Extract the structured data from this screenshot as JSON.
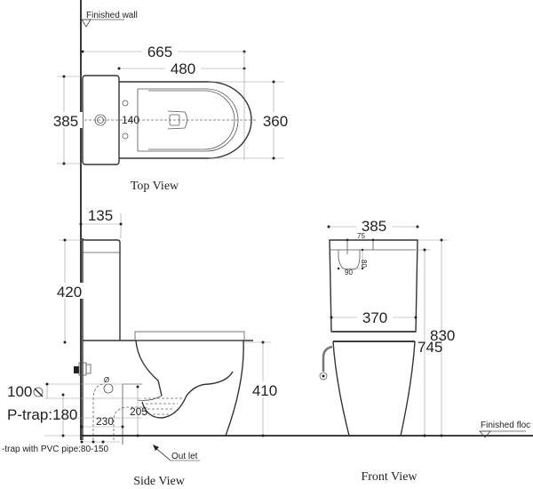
{
  "labels": {
    "finished_wall": "Finished wall",
    "finished_floor": "Finished floc",
    "outlet": "Out let",
    "s_trap_note": "-trap with PVC pipe:80-150",
    "p_trap": "P-trap:180",
    "p_trap_offset": "100",
    "p_trap_offset_symbol": "⌀"
  },
  "views": {
    "top": {
      "title": "Top View",
      "dims": {
        "overall_length": "665",
        "bowl_length": "480",
        "tank_width": "385",
        "bowl_width": "360",
        "hole_spacing": "140"
      }
    },
    "side": {
      "title": "Side View",
      "dims": {
        "tank_depth": "135",
        "tank_height": "420",
        "bowl_height": "410",
        "s_trap": "230",
        "outlet_height": "205"
      }
    },
    "front": {
      "title": "Front View",
      "dims": {
        "top_width": "385",
        "bottom_tank_width": "370",
        "overall_height": "830",
        "seat_height": "745",
        "cutout_offset": "75",
        "cutout_depth": "80",
        "cutout_width": "90"
      }
    }
  },
  "colors": {
    "line": "#333333",
    "dimension": "#999999",
    "background": "#ffffff"
  }
}
